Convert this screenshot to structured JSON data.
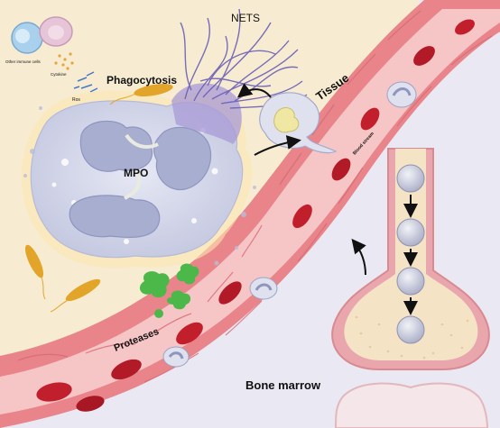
{
  "labels": {
    "nets": "NETS",
    "phagocytosis": "Phagocytosis",
    "ros": "Ros",
    "mpo": "MPO",
    "tissue": "Tissue",
    "blood_stream": "Blood stream",
    "proteases": "Proteases",
    "bone_marrow": "Bone marrow",
    "other_immune_cells": "Other immune cells",
    "cytokine": "Cytokine"
  },
  "colors": {
    "tissue_bg": "#f7ecd2",
    "neutrophil_body": "#d4d7ea",
    "nucleus": "#a8aed0",
    "vessel_wall": "#e8848a",
    "vessel_lumen": "#f6c5c6",
    "red_blood_cell": "#c21f2c",
    "net_fiber": "#6a5fb6",
    "protease": "#4cb84a",
    "bacterium": "#e2a52a",
    "marrow": "#f5e3c6",
    "bone_outline": "#e9a7ad",
    "arrow": "#111111"
  }
}
